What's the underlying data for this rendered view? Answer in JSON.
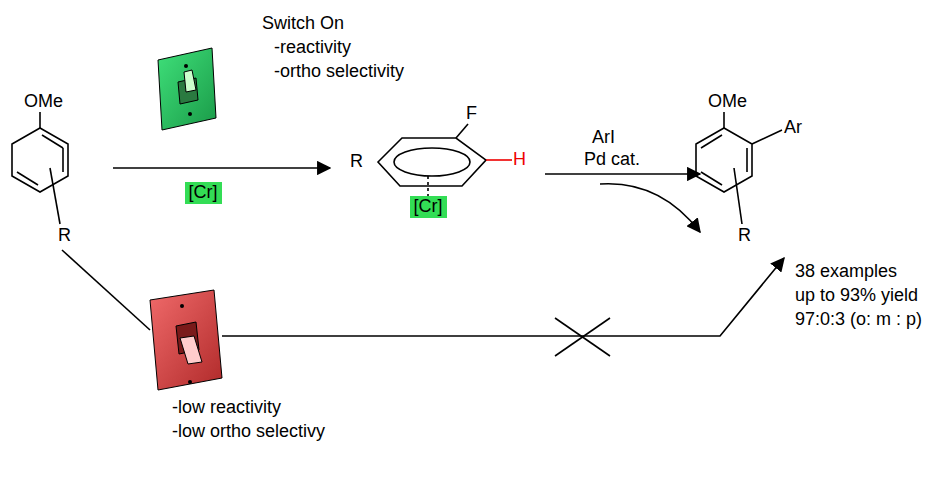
{
  "diagram": {
    "nodes": [
      {
        "text": [
          "[Cr]"
        ]
      },
      {
        "text": [
          "[Cr]"
        ]
      }
    ],
    "labels": [
      "Switch On",
      "-reactivity",
      "-ortho selectivity",
      "OMe",
      "R",
      "R",
      "F",
      "H",
      "ArI",
      "Pd cat.",
      "OMe",
      "Ar",
      "R",
      "38 examples",
      "up to 93% yield",
      "97:0:3 (o: m : p)",
      "-low reactivity",
      "-low ortho selectivy"
    ]
  }
}
